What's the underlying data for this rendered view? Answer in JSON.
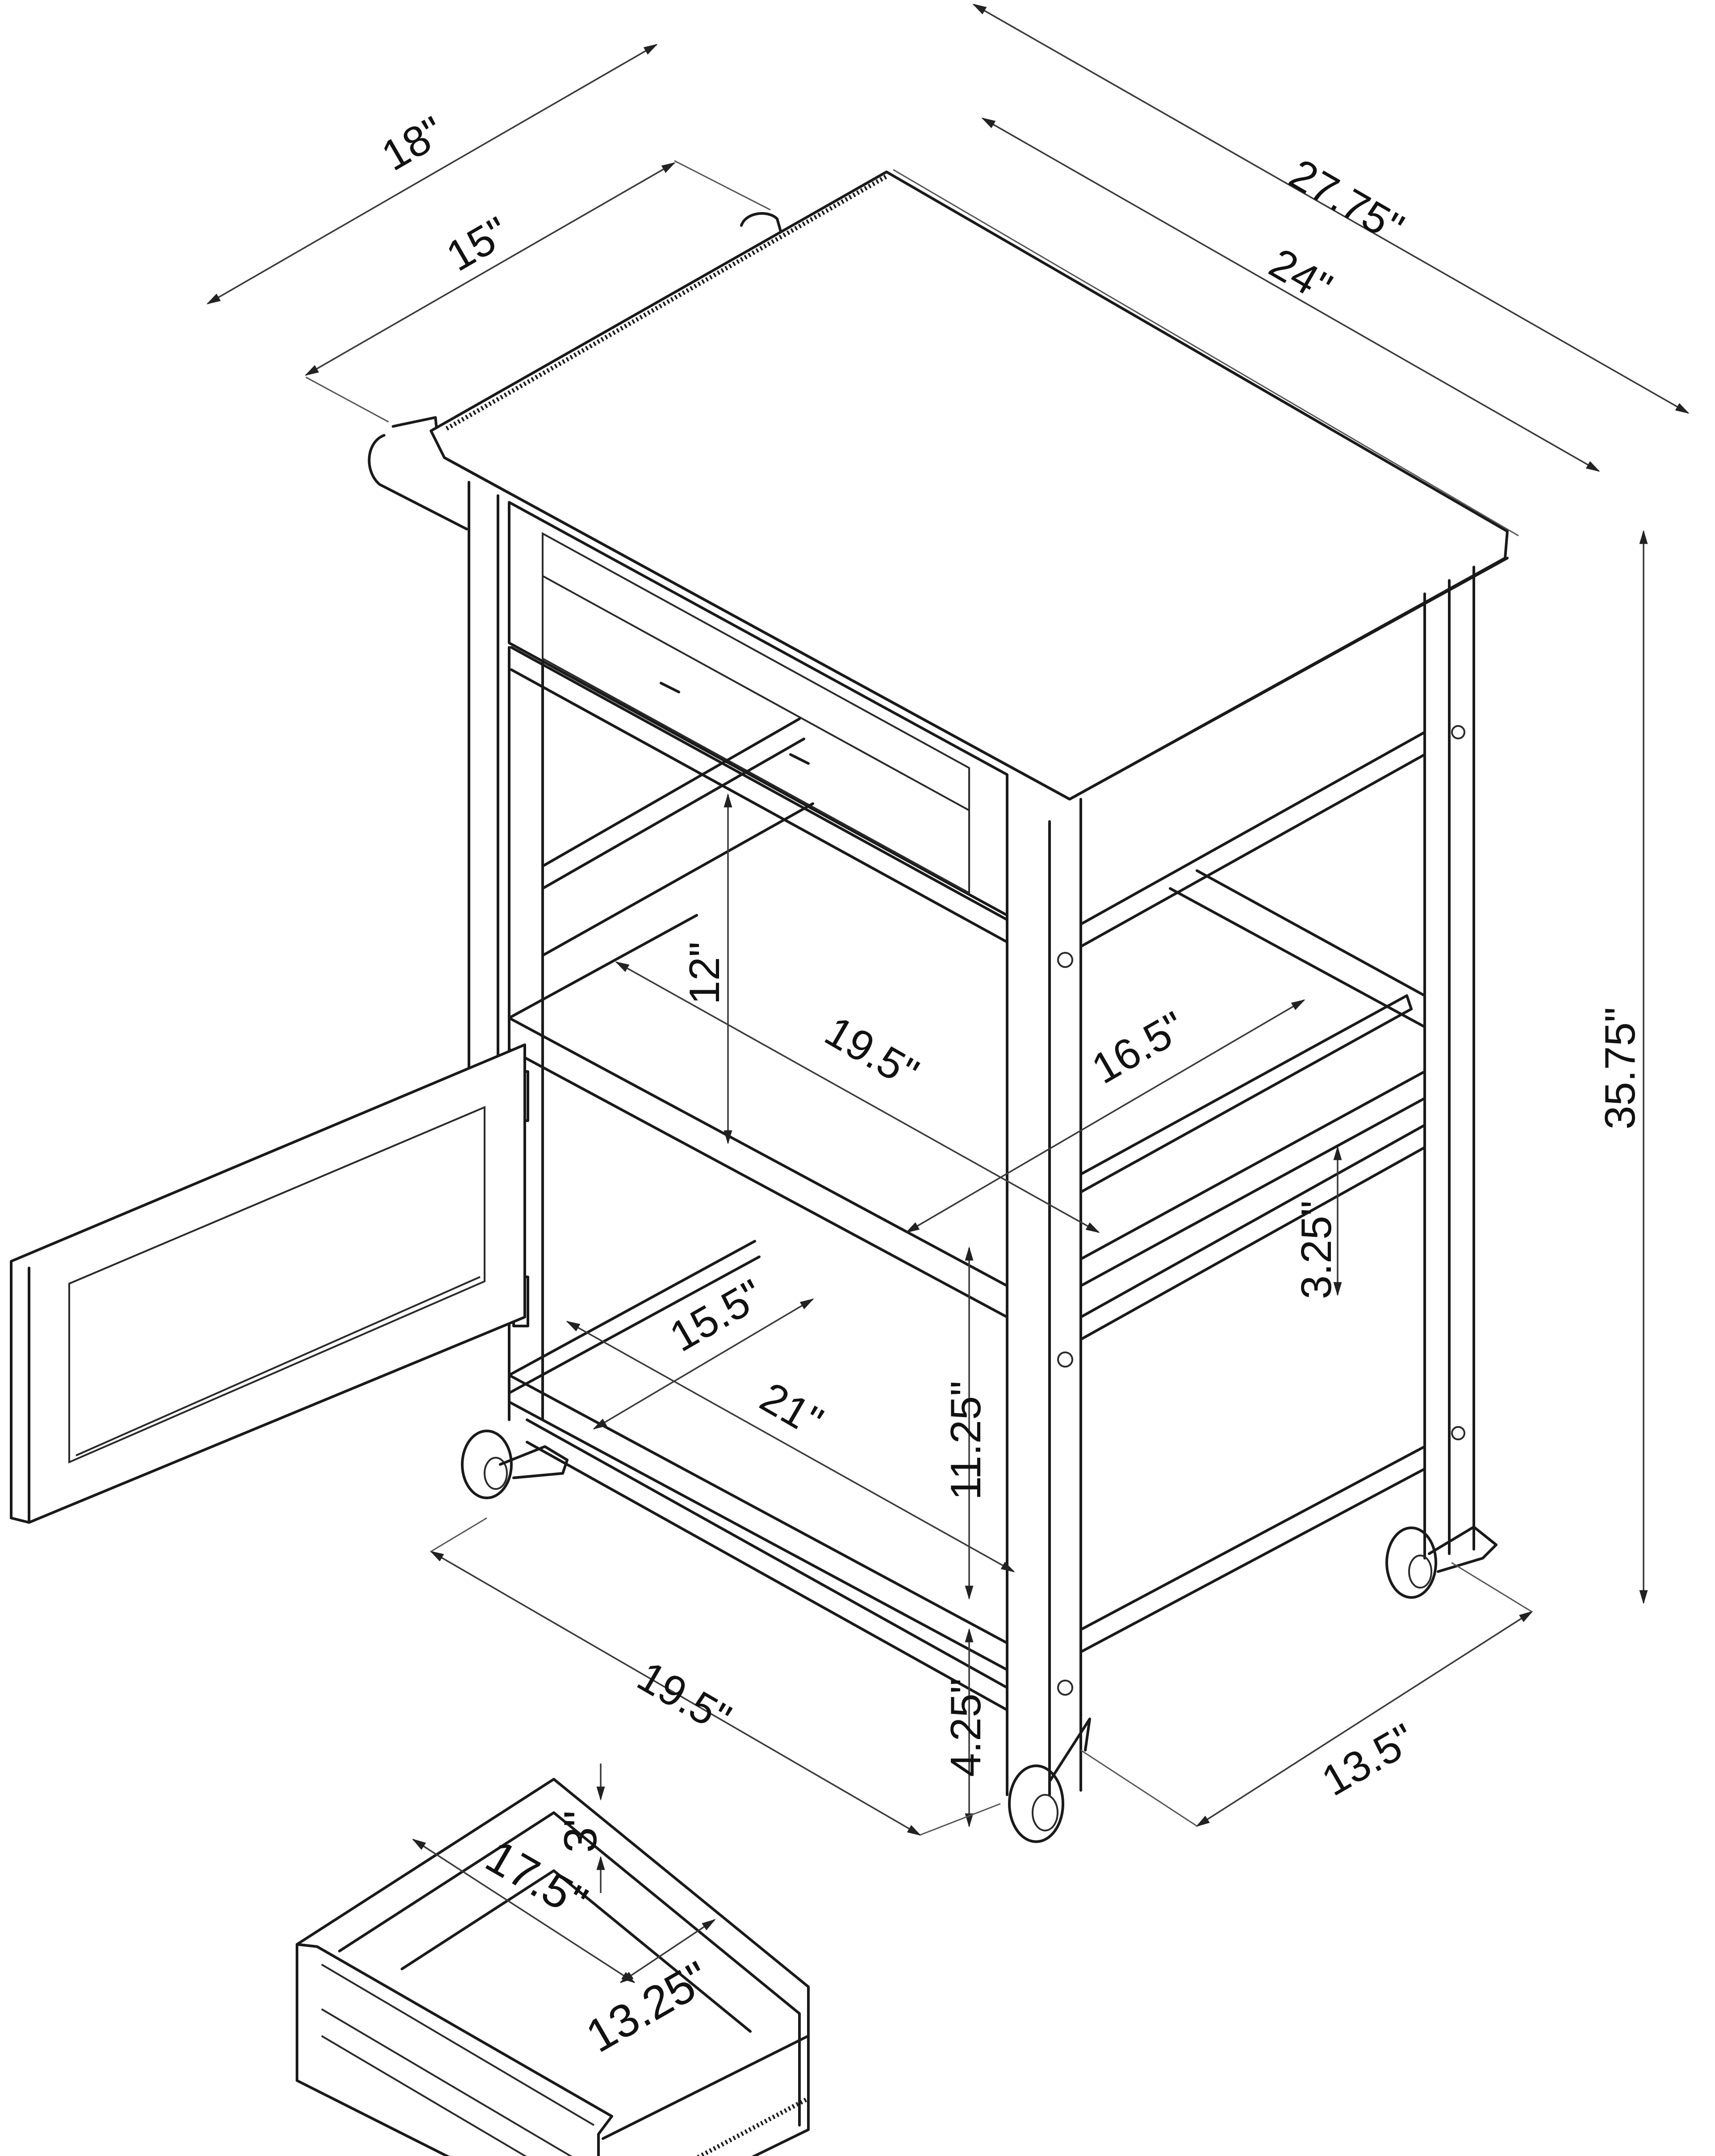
{
  "diagram": {
    "subject": "Kitchen cart with drawer, open cabinet door, shelves and caster wheels",
    "units": "inches",
    "overall": {
      "top_depth_with_handle": "18\"",
      "top_depth": "15\"",
      "overall_width_with_handle": "27.75\"",
      "top_width": "24\"",
      "overall_height": "35.75\""
    },
    "interior": {
      "upper_shelf_clearance": "12\"",
      "middle_shelf_width": "19.5\"",
      "middle_shelf_depth": "16.5\"",
      "side_rail_height": "3.25\"",
      "bottom_shelf_depth": "15.5\"",
      "bottom_shelf_width": "21\"",
      "bottom_shelf_clearance": "11.25\"",
      "ground_clearance": "4.25\""
    },
    "base": {
      "base_width": "19.5\"",
      "base_depth": "13.5\""
    },
    "drawer": {
      "height": "3\"",
      "interior_width": "17.5\"",
      "interior_depth": "13.25\""
    }
  }
}
